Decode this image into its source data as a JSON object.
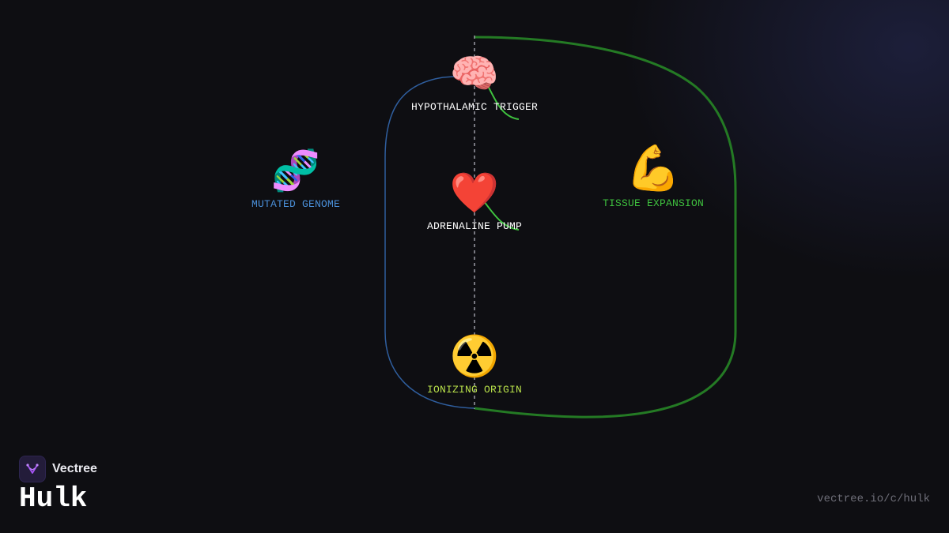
{
  "brand": {
    "name": "Vectree",
    "icon": "vectree-logo-icon",
    "accent": "#a855f7"
  },
  "title": "Hulk",
  "url": "vectree.io/c/hulk",
  "colors": {
    "background": "#0e0e12",
    "blue_path": "#2f5e9e",
    "green_path": "#2a8a2a",
    "green_link": "#3fc23f",
    "axis": "#9a9aa4"
  },
  "nodes": [
    {
      "id": "hypothalamic",
      "emoji": "🧠",
      "icon": "brain-icon",
      "label": "HYPOTHALAMIC TRIGGER",
      "color": "#ffffff"
    },
    {
      "id": "genome",
      "emoji": "🧬",
      "icon": "dna-icon",
      "label": "MUTATED GENOME",
      "color": "#4a8fd8"
    },
    {
      "id": "adrenaline",
      "emoji": "❤️",
      "icon": "heart-icon",
      "label": "ADRENALINE PUMP",
      "color": "#ffffff"
    },
    {
      "id": "tissue",
      "emoji": "💪",
      "icon": "flexed-bicep-icon",
      "label": "TISSUE EXPANSION",
      "color": "#3fc23f"
    },
    {
      "id": "ionizing",
      "emoji": "☢️",
      "icon": "radioactive-icon",
      "label": "IONIZING ORIGIN",
      "color": "#b8e04a"
    }
  ]
}
